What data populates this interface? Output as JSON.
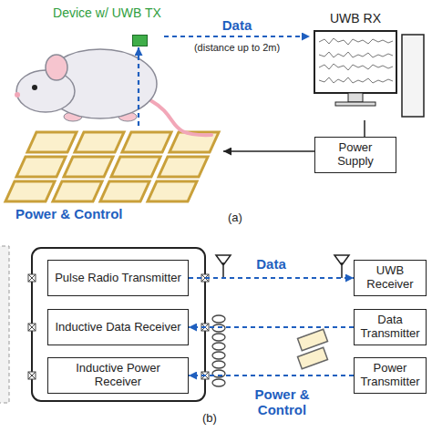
{
  "diagram": {
    "nodes": [
      {
        "text": [
          "Device w/ UWB TX"
        ]
      },
      {
        "text": [
          "UWB RX"
        ]
      },
      {
        "text": [
          "Power & Control"
        ]
      },
      {
        "text": [
          "Power Supply"
        ]
      },
      {
        "text": [
          "Pulse Radio Transmitter"
        ]
      },
      {
        "text": [
          "Inductive Data Receiver"
        ]
      },
      {
        "text": [
          "Inductive Power Receiver"
        ]
      },
      {
        "text": [
          "UWB Receiver"
        ]
      },
      {
        "text": [
          "Data Transmitter"
        ]
      },
      {
        "text": [
          "Power Transmitter"
        ]
      }
    ],
    "edges": [
      {
        "from": 0,
        "to": 1,
        "label": "Data",
        "arrow": "to"
      },
      {
        "from": 2,
        "to": 0,
        "arrow": "to"
      },
      {
        "from": 3,
        "to": 2,
        "arrow": "to"
      },
      {
        "from": 1,
        "to": 3,
        "arrow": "none"
      },
      {
        "from": 4,
        "to": 7,
        "label": "Data",
        "arrow": "to"
      },
      {
        "from": 8,
        "to": 5,
        "arrow": "to"
      },
      {
        "from": 9,
        "to": 6,
        "arrow": "to"
      }
    ],
    "labels": [
      "(distance up to 2m)",
      "(a)",
      "(b)",
      "Power & Control"
    ]
  }
}
